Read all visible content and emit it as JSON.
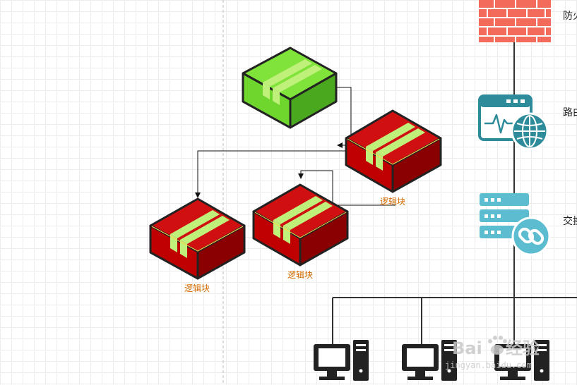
{
  "diagram": {
    "blocks": [
      {
        "id": "green-block",
        "color": "green"
      },
      {
        "id": "red-block-top",
        "color": "red",
        "label": "逻辑块"
      },
      {
        "id": "red-block-middle",
        "color": "red",
        "label": "逻辑块"
      },
      {
        "id": "red-block-left",
        "color": "red",
        "label": "逻辑块"
      }
    ],
    "network": {
      "firewall": {
        "label": "防火"
      },
      "router": {
        "label": "路由"
      },
      "switch": {
        "label": "交换"
      }
    },
    "computer_count": 3
  },
  "watermark": {
    "brand": "Bai",
    "brand_cn": "经验",
    "url": "jingyan.baidu.com"
  },
  "colors": {
    "red_face": "#c00000",
    "red_dark": "#8a0000",
    "green_face": "#6fd62d",
    "green_dark": "#4aa81e",
    "stripe": "#bff07a",
    "firewall": "#f26b5b",
    "teal": "#2e8b9a",
    "switch_blue": "#5cbcd0"
  }
}
